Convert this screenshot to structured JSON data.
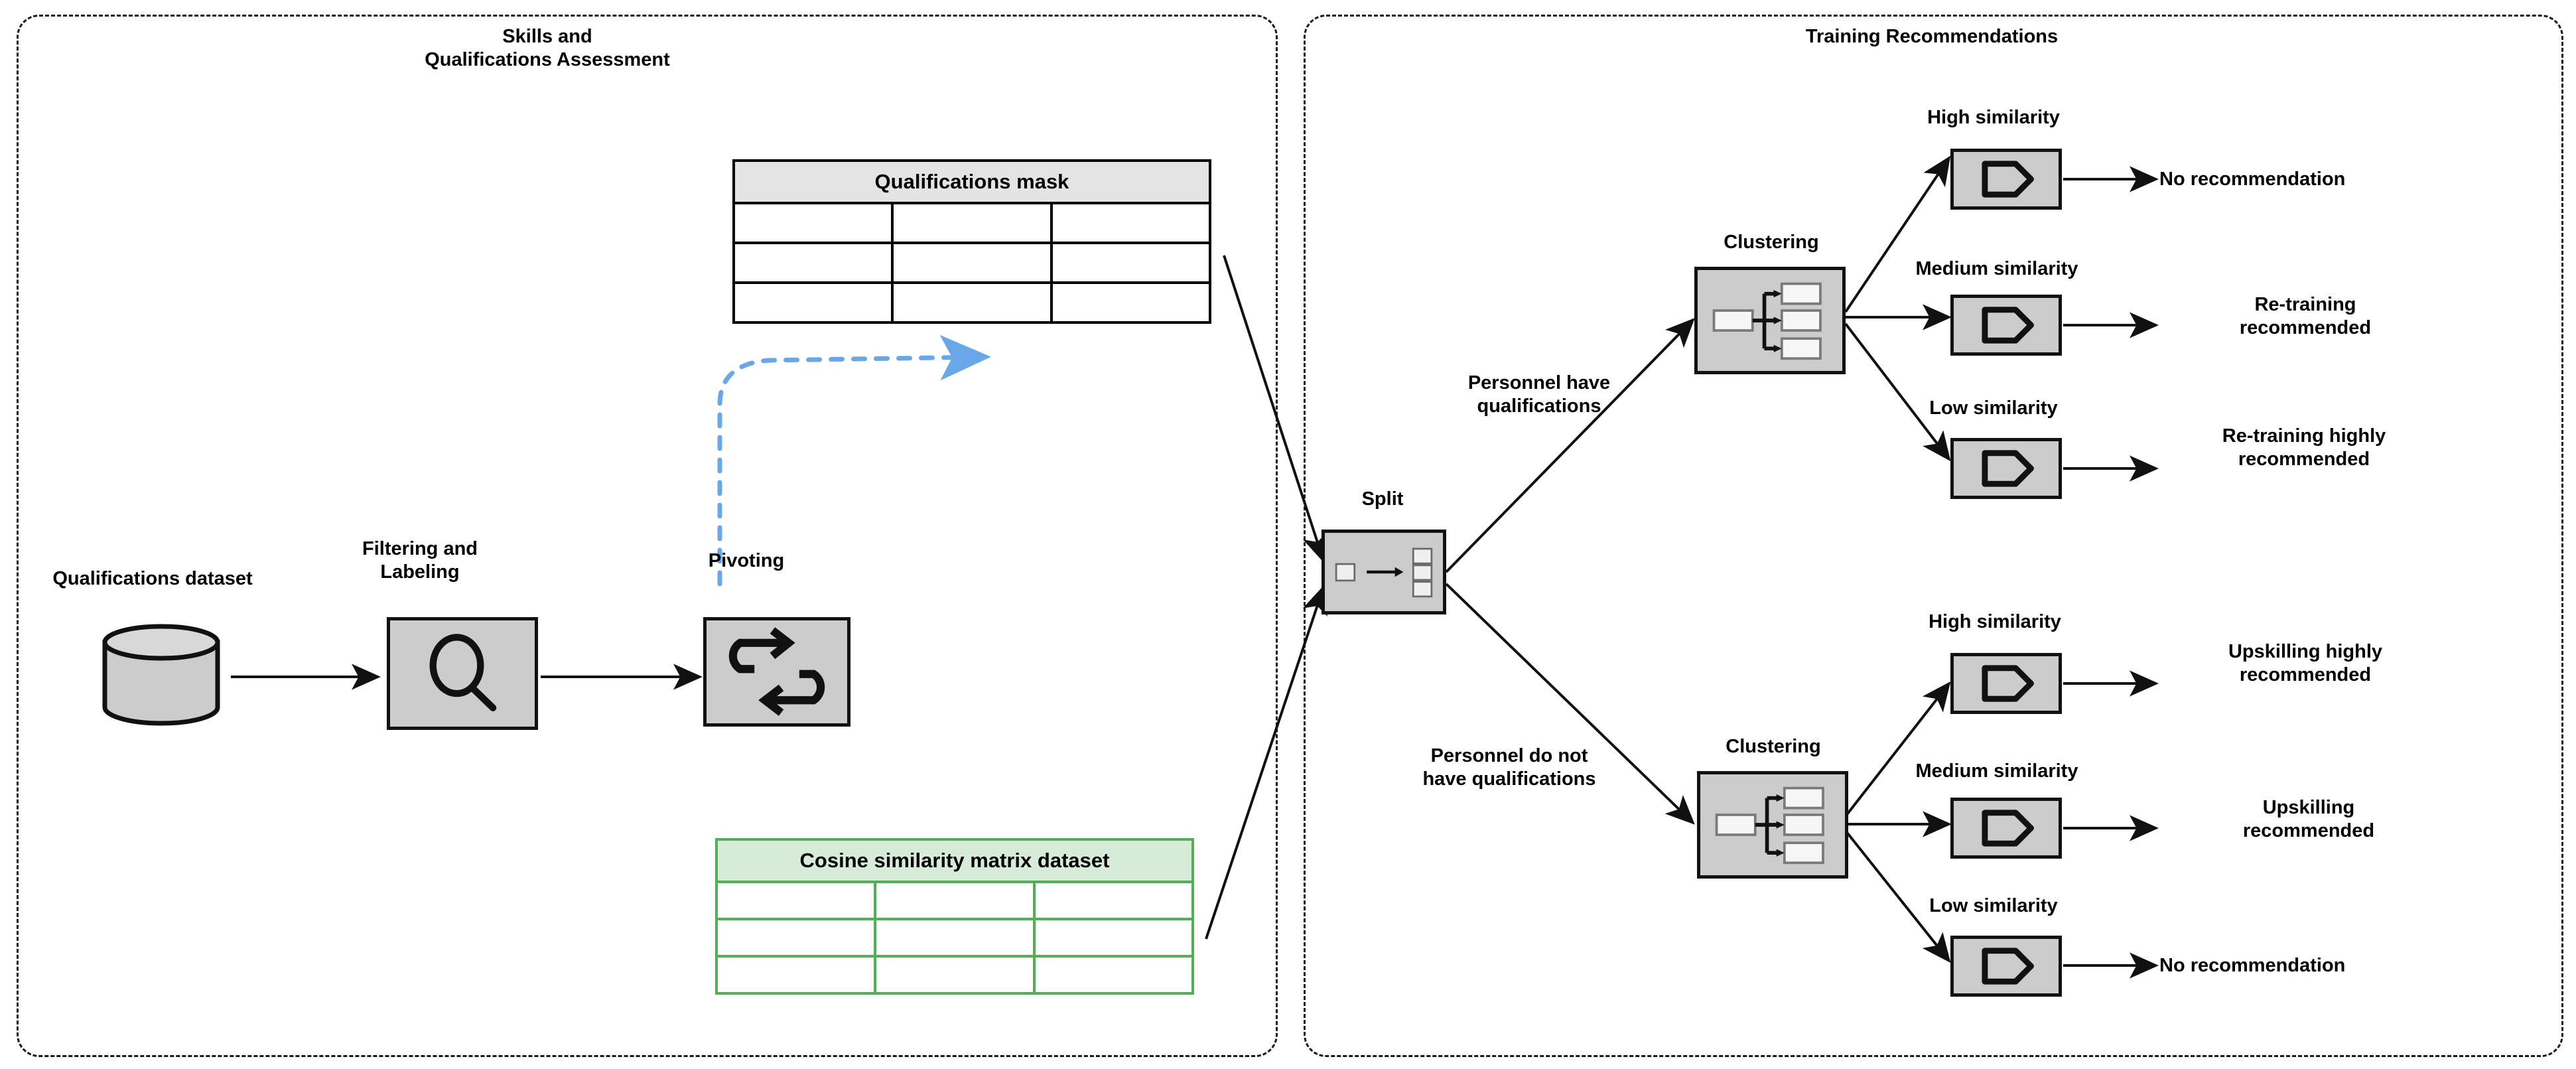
{
  "panels": [
    {
      "id": "left",
      "title": "Skills and\nQualifications Assessment"
    },
    {
      "id": "right",
      "title": "Training Recommendations"
    }
  ],
  "left_panel": {
    "title_line1": "Skills and",
    "title_line2": "Qualifications Assessment",
    "source": {
      "label": "Qualifications dataset",
      "icon": "database-cylinder-icon"
    },
    "steps": [
      {
        "label": "Filtering and\nLabeling",
        "icon": "magnifier-icon"
      },
      {
        "label": "Pivoting",
        "icon": "pivot-arrows-icon"
      }
    ],
    "tables": [
      {
        "id": "qualifications-mask",
        "title": "Qualifications mask",
        "header_fill": "#e4e4e4",
        "border_color": "#000000",
        "rows": 3,
        "cols": 3,
        "cells": [
          [
            "",
            "",
            ""
          ],
          [
            "",
            "",
            ""
          ],
          [
            "",
            "",
            ""
          ]
        ]
      },
      {
        "id": "cosine-similarity-matrix",
        "title": "Cosine similarity matrix dataset",
        "header_fill": "#d7ecd8",
        "border_color": "#51b055",
        "rows": 3,
        "cols": 3,
        "cells": [
          [
            "",
            "",
            ""
          ],
          [
            "",
            "",
            ""
          ],
          [
            "",
            "",
            ""
          ]
        ]
      }
    ]
  },
  "right_panel": {
    "title": "Training Recommendations",
    "split": {
      "label": "Split",
      "icon": "split-node-icon"
    },
    "branches": [
      {
        "id": "has-qualifications",
        "edge_label": "Personnel have\nqualifications",
        "cluster_label": "Clustering",
        "cluster_icon": "clustering-icon",
        "outcomes": [
          {
            "similarity": "High similarity",
            "recommendation": "No recommendation",
            "icon": "decision-pentagon-icon"
          },
          {
            "similarity": "Medium similarity",
            "recommendation": "Re-training\nrecommended",
            "icon": "decision-pentagon-icon"
          },
          {
            "similarity": "Low similarity",
            "recommendation": "Re-training highly\nrecommended",
            "icon": "decision-pentagon-icon"
          }
        ]
      },
      {
        "id": "no-qualifications",
        "edge_label": "Personnel do not\nhave qualifications",
        "cluster_label": "Clustering",
        "cluster_icon": "clustering-icon",
        "outcomes": [
          {
            "similarity": "High similarity",
            "recommendation": "Upskilling highly\nrecommended",
            "icon": "decision-pentagon-icon"
          },
          {
            "similarity": "Medium similarity",
            "recommendation": "Upskilling\nrecommended",
            "icon": "decision-pentagon-icon"
          },
          {
            "similarity": "Low similarity",
            "recommendation": "No recommendation",
            "icon": "decision-pentagon-icon"
          }
        ]
      }
    ]
  },
  "colors": {
    "stroke": "#111111",
    "panel_border": "#1a1a1a",
    "node_fill": "#cccccc",
    "table_header_gray": "#e4e4e4",
    "table_header_green": "#d7ecd8",
    "green_border": "#51b055",
    "blue_dashed": "#69a7e8"
  }
}
